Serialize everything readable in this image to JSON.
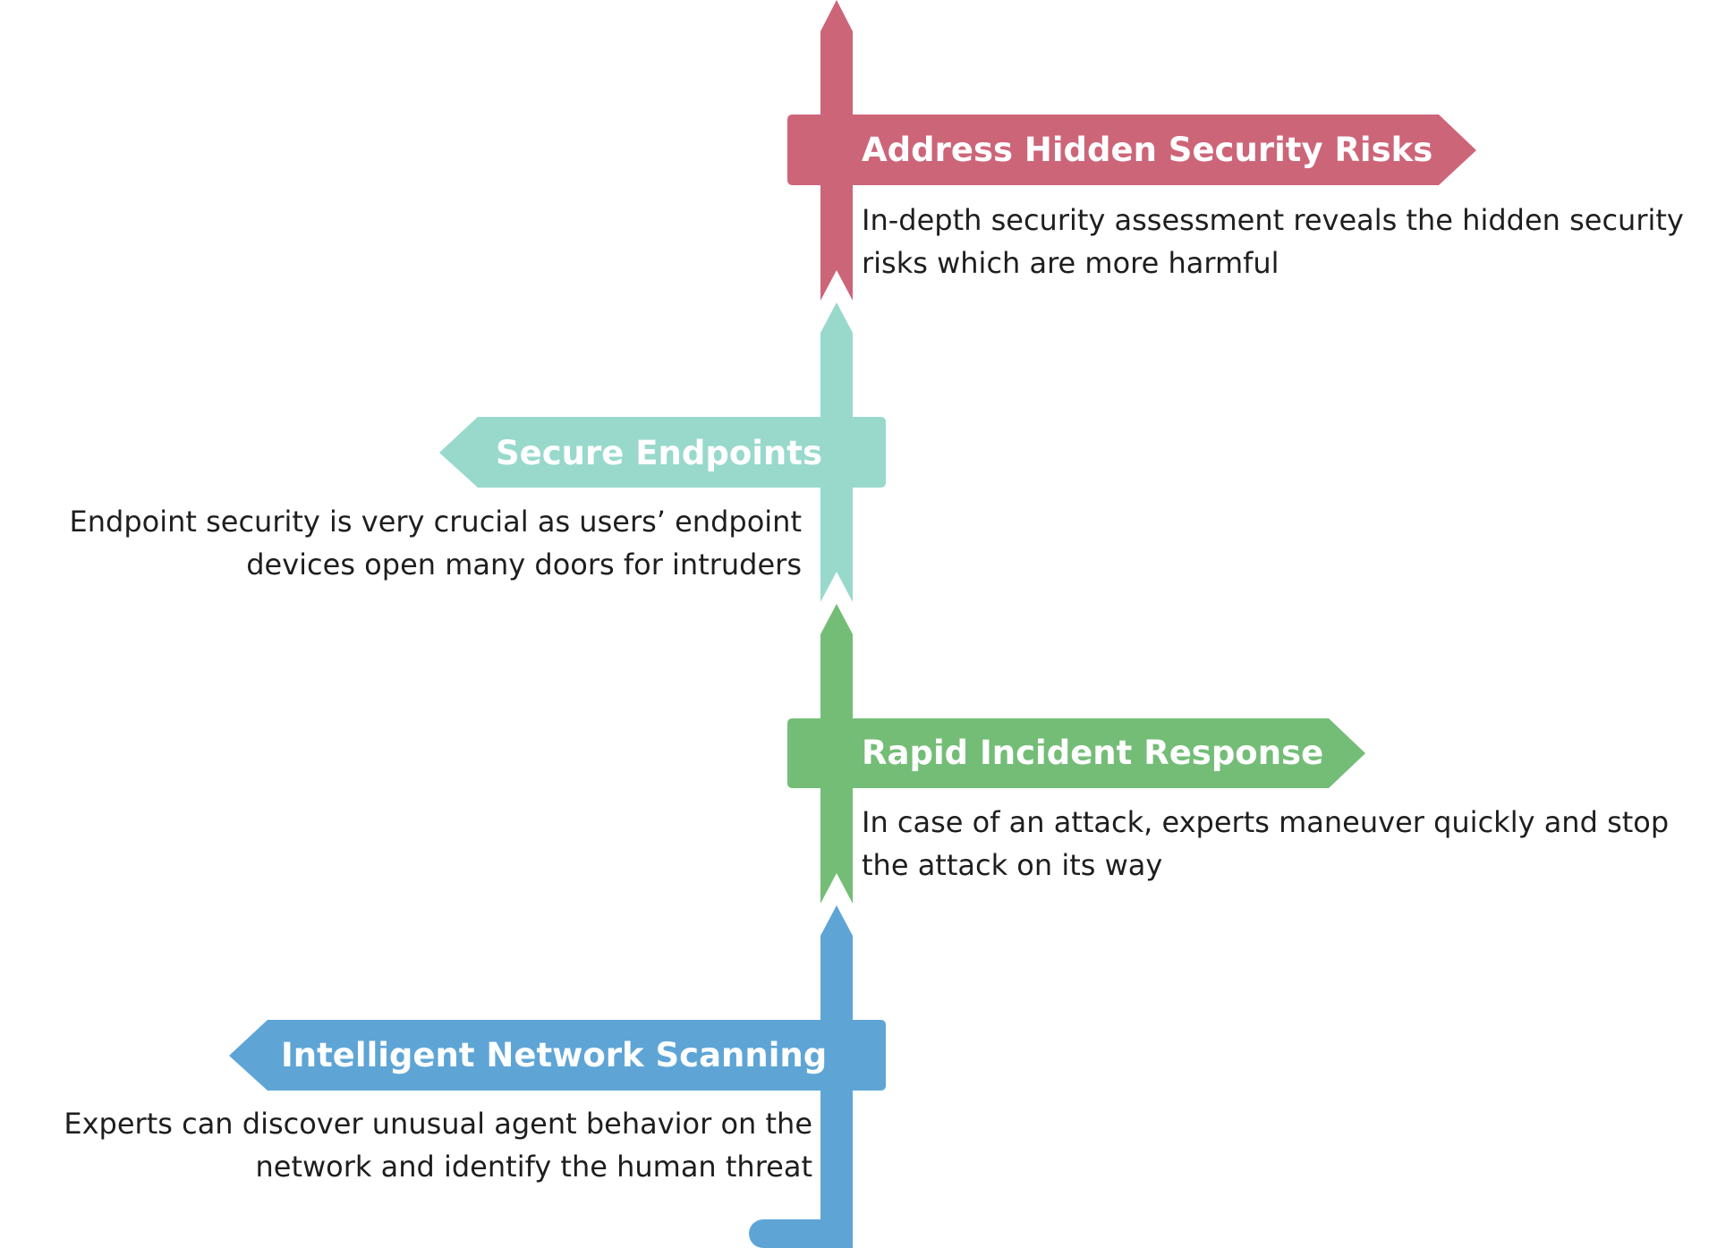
{
  "colors": {
    "pink": "#cd6578",
    "teal": "#98d9cc",
    "green": "#74bd77",
    "blue": "#5ea5d6"
  },
  "steps": [
    {
      "title": "Address Hidden Security Risks",
      "lines": [
        "In-depth security assessment reveals the hidden security",
        "risks which are more harmful"
      ],
      "direction": "right",
      "color": "pink"
    },
    {
      "title": "Secure Endpoints",
      "lines": [
        "Endpoint security is very crucial as users’ endpoint",
        "devices open many doors for intruders"
      ],
      "direction": "left",
      "color": "teal"
    },
    {
      "title": "Rapid Incident Response",
      "lines": [
        "In case of an attack, experts maneuver quickly and stop",
        "the attack on its way"
      ],
      "direction": "right",
      "color": "green"
    },
    {
      "title": "Intelligent Network Scanning",
      "lines": [
        "Experts can discover unusual agent behavior on the",
        "network and identify the human threat"
      ],
      "direction": "left",
      "color": "blue"
    }
  ]
}
